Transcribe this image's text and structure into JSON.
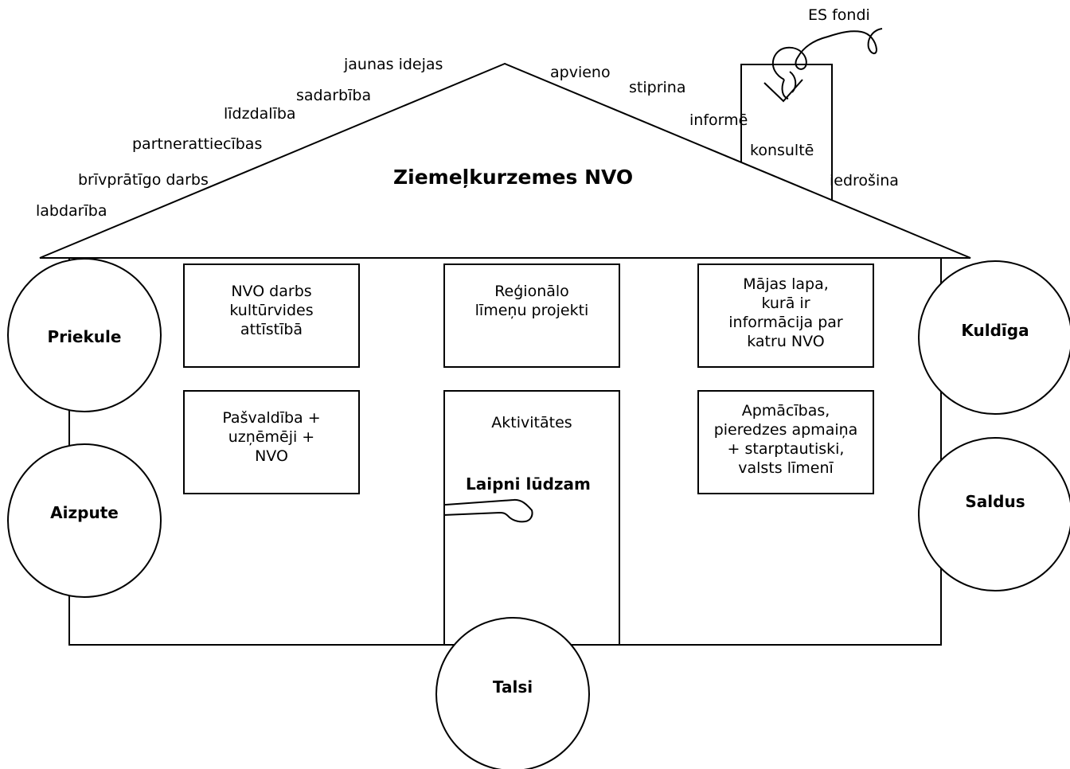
{
  "title": "Ziemeļkurzemes NVO",
  "roof_left_words": [
    "jaunas idejas",
    "sadarbība",
    "līdzdalība",
    "partnerattiecības",
    "brīvprātīgo darbs",
    "labdarība"
  ],
  "roof_right_words": [
    "apvieno",
    "stiprina",
    "informē",
    "konsultē",
    "iedrošina"
  ],
  "chimney_label": "ES fondi",
  "boxes": {
    "culture": [
      "NVO darbs",
      "kultūrvides",
      "attīstībā"
    ],
    "regional": [
      "Reģionālo",
      "līmeņu projekti"
    ],
    "website": [
      "Mājas lapa,",
      "kurā ir",
      "informācija par",
      "katru NVO"
    ],
    "partnership": [
      "Pašvaldība +",
      "uzņēmēji +",
      "NVO"
    ],
    "training": [
      "Apmācības,",
      "pieredzes apmaiņa",
      "+ starptautiski,",
      "valsts līmenī"
    ]
  },
  "door": {
    "label": "Aktivitātes",
    "welcome": "Laipni lūdzam"
  },
  "circles": {
    "priekule": "Priekule",
    "aizpute": "Aizpute",
    "kuldiga": "Kuldīga",
    "saldus": "Saldus",
    "talsi": "Talsi"
  }
}
